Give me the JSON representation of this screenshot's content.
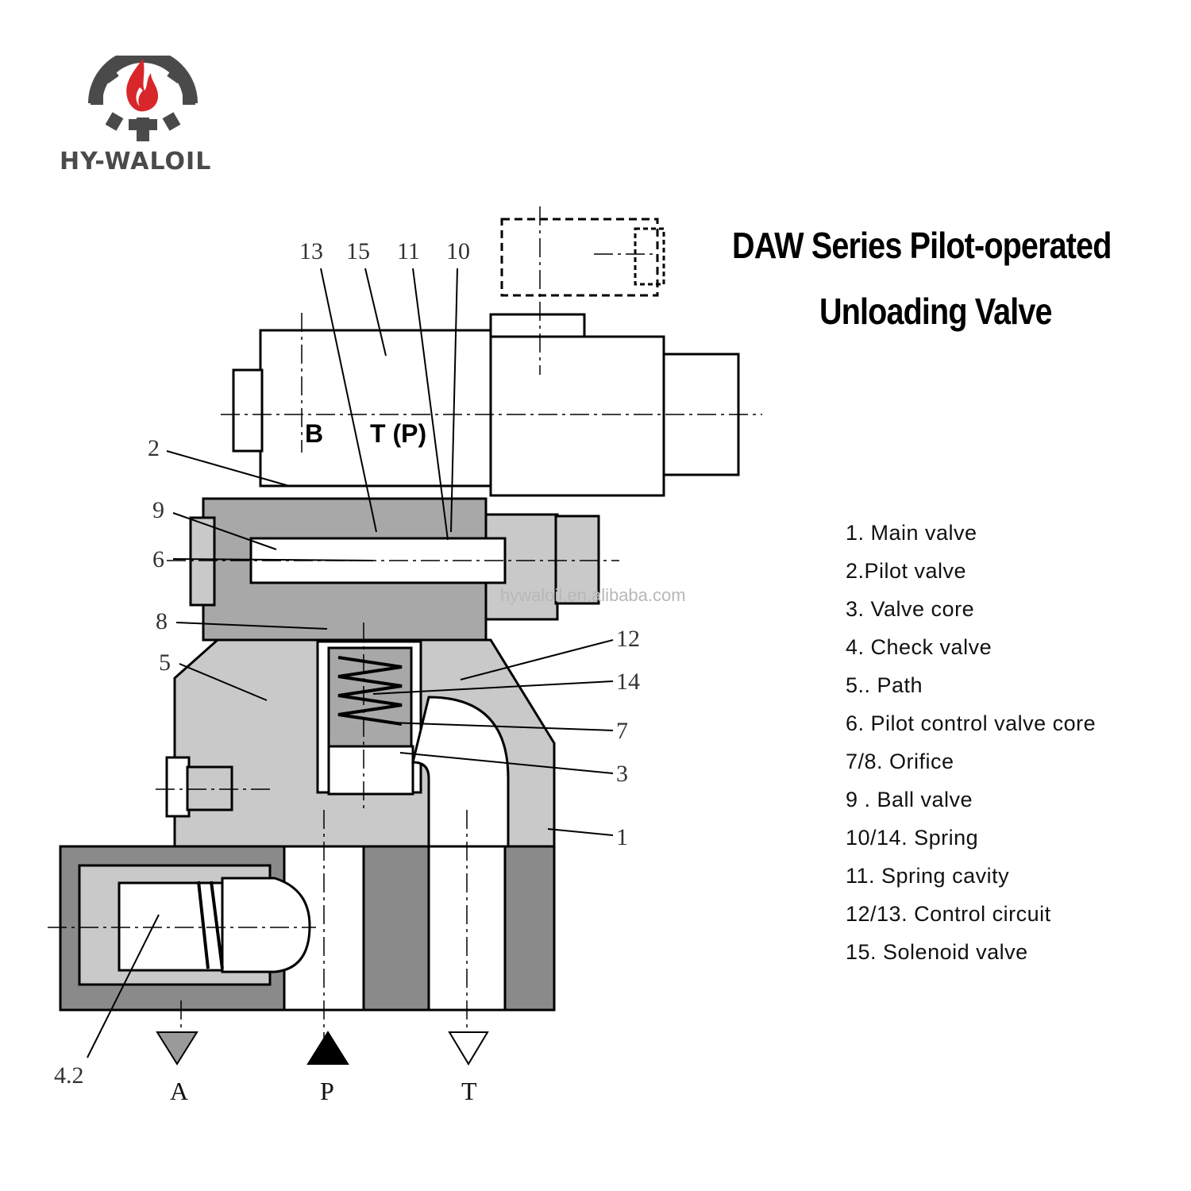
{
  "logo": {
    "brand_text": "HY-WALOIL",
    "colors": {
      "flame": "#d8262b",
      "gear": "#4a4a4a"
    }
  },
  "title": {
    "line1": "DAW Series Pilot-operated",
    "line2": "Unloading Valve"
  },
  "diagram": {
    "port_labels_inner": {
      "b": "B",
      "tp": "T (P)"
    },
    "watermark": "hywaloil.en.alibaba.com",
    "callouts": {
      "c13": "13",
      "c15": "15",
      "c11": "11",
      "c10": "10",
      "c2": "2",
      "c9": "9",
      "c6": "6",
      "c8": "8",
      "c5": "5",
      "c12": "12",
      "c14": "14",
      "c7": "7",
      "c3": "3",
      "c1": "1",
      "c42": "4.2"
    },
    "ports": {
      "a": "A",
      "p": "P",
      "t": "T"
    },
    "port_colors": {
      "a": "#9a9a9a",
      "p": "#000000",
      "t": "#ffffff"
    },
    "body_colors": {
      "light": "#c9c9c9",
      "mid": "#a8a8a8",
      "dark": "#8a8a8a"
    }
  },
  "legend": [
    "1. Main valve",
    "2.Pilot valve",
    "3. Valve core",
    "4. Check valve",
    "5.. Path",
    "6. Pilot control valve core",
    "7/8. Orifice",
    "9 . Ball valve",
    "10/14. Spring",
    "11. Spring cavity",
    "12/13. Control circuit",
    "15. Solenoid valve"
  ]
}
